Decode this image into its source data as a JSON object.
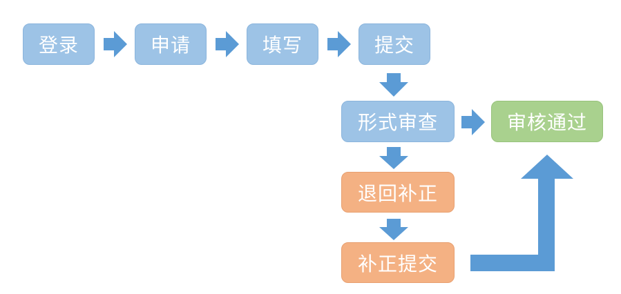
{
  "colors": {
    "step_blue": "#9dc3e6",
    "approved_green": "#a9d18e",
    "correction_orange": "#f4b183",
    "arrow_blue": "#5b9bd5"
  },
  "nodes": {
    "login": "登录",
    "apply": "申请",
    "fill": "填写",
    "submit": "提交",
    "formal_review": "形式审查",
    "approved": "审核通过",
    "return_for_correction": "退回补正",
    "correction_submit": "补正提交"
  }
}
